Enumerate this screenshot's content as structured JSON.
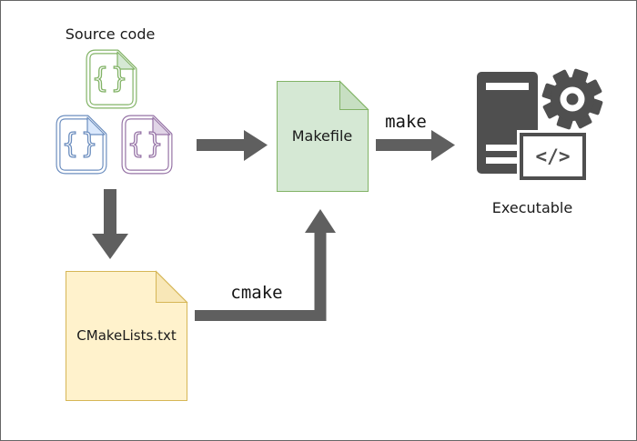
{
  "canvas": {
    "background": "#ffffff",
    "border_color": "#666666",
    "text_color": "#1a1a1a"
  },
  "source_section": {
    "label": "Source code",
    "files_glyph": "{}",
    "files": [
      {
        "name": "green",
        "stroke": "#82b366",
        "fill": "#d5e8d4"
      },
      {
        "name": "blue",
        "stroke": "#6c8ebf",
        "fill": "#dae8fc"
      },
      {
        "name": "purple",
        "stroke": "#9673a6",
        "fill": "#e1d5e7"
      }
    ]
  },
  "makefile_doc": {
    "label": "Makefile",
    "fill": "#d5e8d4",
    "stroke": "#82b366"
  },
  "cmakelists_doc": {
    "label": "CMakeLists.txt",
    "fill": "#fff2cc",
    "stroke": "#d6b656"
  },
  "executable_section": {
    "label": "Executable",
    "icon_color": "#4f4f4f",
    "code_window_glyph": "</>"
  },
  "arrows": {
    "color": "#5f5f5f",
    "make_label": "make",
    "cmake_label": "cmake"
  }
}
